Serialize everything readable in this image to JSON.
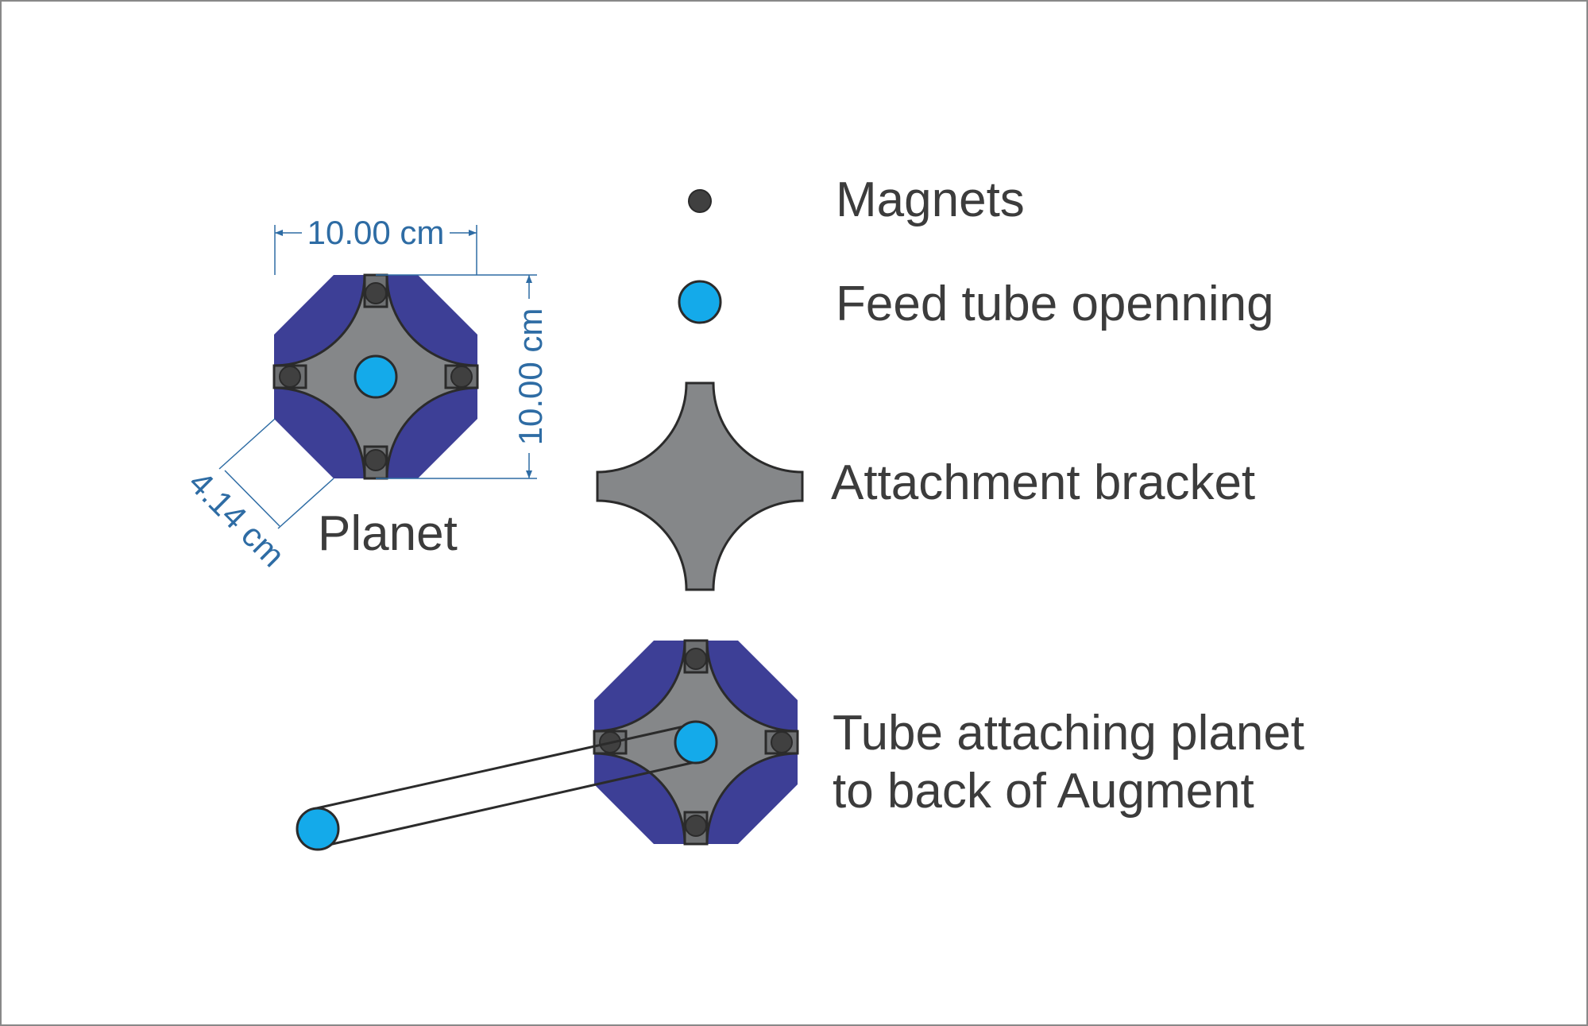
{
  "labels": {
    "magnets": "Magnets",
    "feed_tube": "Feed tube openning",
    "bracket": "Attachment bracket",
    "tube_line1": "Tube attaching planet",
    "tube_line2": "to back of Augment",
    "planet": "Planet"
  },
  "dimensions": {
    "width": "10.00 cm",
    "height": "10.00 cm",
    "side": "4.14 cm"
  },
  "colors": {
    "planet_body": "#3d3f96",
    "bracket": "#858789",
    "magnet": "#404040",
    "feed_tube": "#14aaea",
    "outline": "#2b2b2b",
    "dimension": "#2e6ca4",
    "text": "#3c3c3c",
    "frame": "#888888"
  }
}
